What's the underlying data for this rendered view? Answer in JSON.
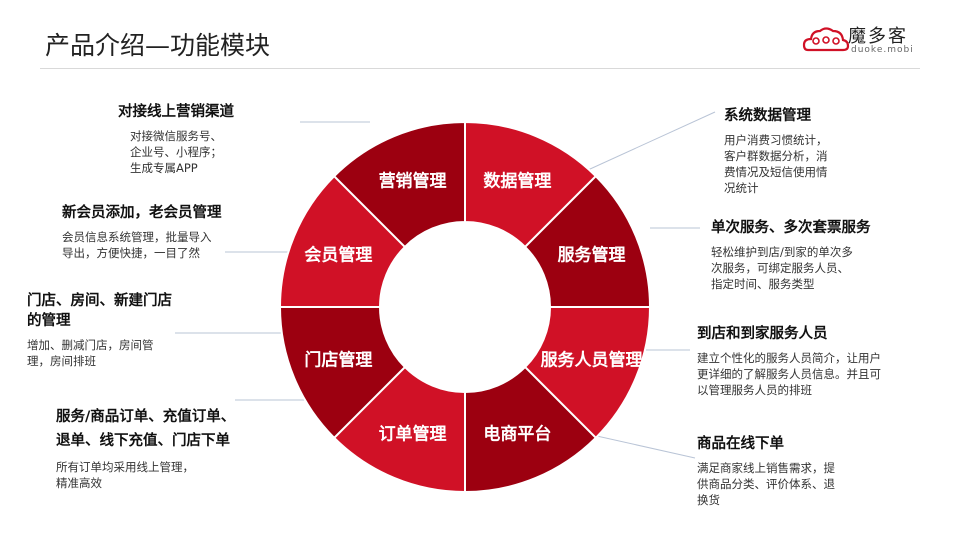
{
  "title": "产品介绍—功能模块",
  "logo": {
    "name": "魔多客",
    "url": "duoke.mobi"
  },
  "colors": {
    "red": "#d01126",
    "dark_red": "#9c0010",
    "rule": "#d9d9d9",
    "leader": "#b9c4d6"
  },
  "segments": [
    {
      "label": "数据管理",
      "color": "#d01126"
    },
    {
      "label": "服务管理",
      "color": "#9c0010"
    },
    {
      "label": "服务人员管理",
      "color": "#d01126"
    },
    {
      "label": "电商平台",
      "color": "#9c0010"
    },
    {
      "label": "订单管理",
      "color": "#d01126"
    },
    {
      "label": "门店管理",
      "color": "#9c0010"
    },
    {
      "label": "会员管理",
      "color": "#d01126"
    },
    {
      "label": "营销管理",
      "color": "#9c0010"
    }
  ],
  "callouts": [
    {
      "heading": "对接线上营销渠道",
      "desc": "对接微信服务号、\n企业号、小程序；\n生成专属APP"
    },
    {
      "heading": "新会员添加，老会员管理",
      "desc": "会员信息系统管理，批量导入\n导出，方便快捷，一目了然"
    },
    {
      "heading": "门店、房间、新建门店\n的管理",
      "desc": "增加、删减门店，房间管\n理，房间排班"
    },
    {
      "heading": "服务/商品订单、充值订单、\n退单、线下充值、门店下单",
      "desc": "所有订单均采用线上管理，\n精准高效"
    },
    {
      "heading": "系统数据管理",
      "desc": "用户消费习惯统计，\n客户群数据分析，消\n费情况及短信使用情\n况统计"
    },
    {
      "heading": "单次服务、多次套票服务",
      "desc": "轻松维护到店/到家的单次多\n次服务，可绑定服务人员、\n指定时间、服务类型"
    },
    {
      "heading": "到店和到家服务人员",
      "desc": "建立个性化的服务人员简介，让用户\n更详细的了解服务人员信息。并且可\n以管理服务人员的排班"
    },
    {
      "heading": "商品在线下单",
      "desc": "满足商家线上销售需求，提\n供商品分类、评价体系、退\n换货"
    }
  ]
}
